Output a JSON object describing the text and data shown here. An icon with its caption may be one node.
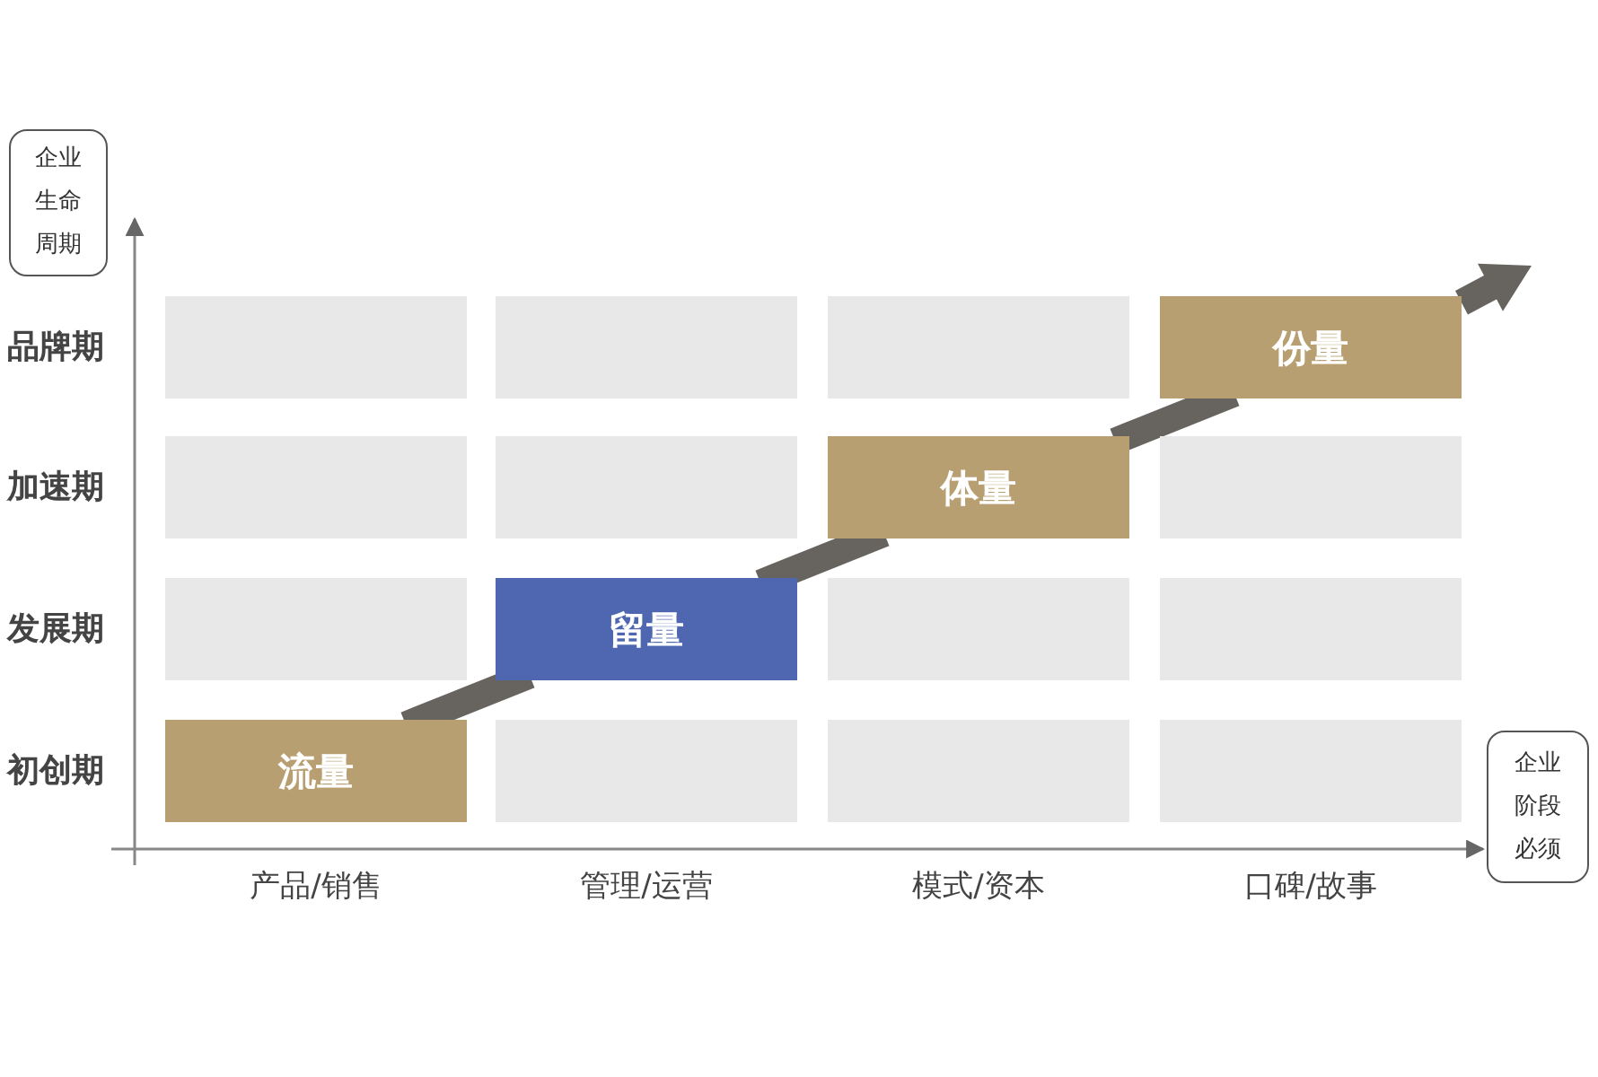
{
  "diagram": {
    "nodes": [
      {
        "text": [
          "企业生命周期"
        ]
      },
      {
        "text": [],
        "shape": "box"
      },
      {
        "text": [],
        "shape": "box"
      },
      {
        "text": [],
        "shape": "box"
      },
      {
        "text": [
          "份量"
        ]
      },
      {
        "text": [],
        "shape": "box"
      },
      {
        "text": [],
        "shape": "box"
      },
      {
        "text": [
          "体量"
        ]
      },
      {
        "text": [],
        "shape": "box"
      },
      {
        "text": [],
        "shape": "box"
      },
      {
        "text": [
          "留量"
        ]
      },
      {
        "text": [],
        "shape": "box"
      },
      {
        "text": [],
        "shape": "box"
      },
      {
        "text": [
          "流量"
        ]
      },
      {
        "text": [],
        "shape": "box"
      },
      {
        "text": [],
        "shape": "box"
      },
      {
        "text": [],
        "shape": "box"
      },
      {
        "text": [
          "企业阶段必须"
        ]
      }
    ],
    "edges": [
      {
        "from": 13,
        "to": 10,
        "arrow": "none"
      },
      {
        "from": 10,
        "to": 7,
        "arrow": "none"
      },
      {
        "from": 7,
        "to": 4,
        "arrow": "none"
      },
      {
        "from": 4,
        "to": null,
        "arrow": "to"
      }
    ],
    "labels": [
      "品牌期",
      "加速期",
      "发展期",
      "初创期",
      "产品/销售",
      "管理/运营",
      "模式/资本",
      "口碑/故事"
    ]
  }
}
